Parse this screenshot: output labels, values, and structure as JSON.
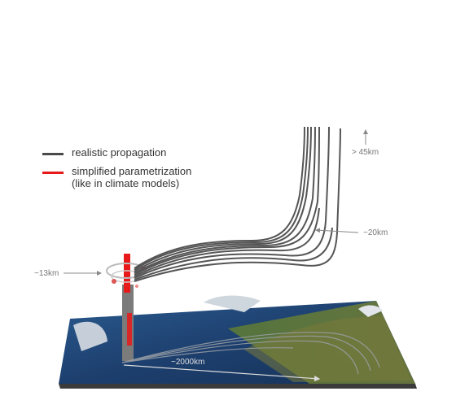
{
  "legend": {
    "items": [
      {
        "label_lines": [
          "realistic propagation"
        ],
        "color": "#4a4a4a"
      },
      {
        "label_lines": [
          "simplified parametrization",
          "(like in climate models)"
        ],
        "color": "#e8191a"
      }
    ]
  },
  "annotations": {
    "top": "> 45km",
    "mid": "~20km",
    "low": "~13km",
    "distance": "~2000km"
  },
  "colors": {
    "ocean": "#1d3f6e",
    "land": "#4f6a2e",
    "trajectory": "#555555",
    "parametrization": "#e8191a",
    "arrow": "#888888"
  }
}
